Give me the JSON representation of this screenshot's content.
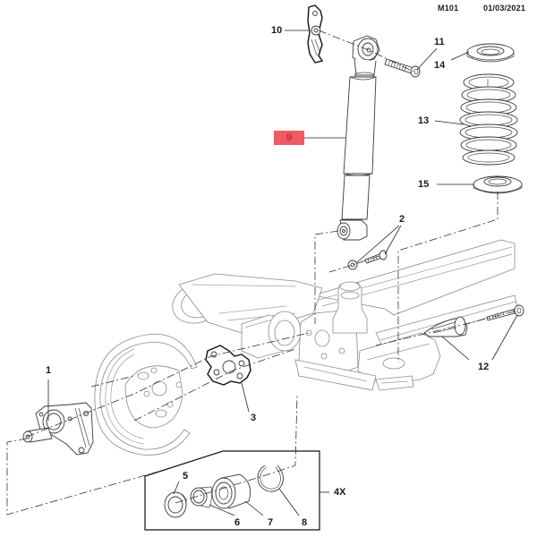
{
  "header": {
    "code": "M101",
    "date": "01/03/2021"
  },
  "diagram": {
    "type": "exploded parts diagram",
    "subject": "rear suspension shock absorber, coil spring and axle mounting",
    "highlight_color": "#ef5b64",
    "highlight_text_color": "#b3121f",
    "highlighted_part": "9",
    "callouts": [
      {
        "id": "1",
        "label": "1",
        "part": "wheel-hub-bearing"
      },
      {
        "id": "2",
        "label": "2",
        "part": "lower-shock-bolt-and-washer"
      },
      {
        "id": "3",
        "label": "3",
        "part": "brake-backing-bracket"
      },
      {
        "id": "4x",
        "label": "4X",
        "part": "bushing-kit-quantity"
      },
      {
        "id": "5",
        "label": "5",
        "part": "bushing-washer"
      },
      {
        "id": "6",
        "label": "6",
        "part": "bushing-inner-sleeve"
      },
      {
        "id": "7",
        "label": "7",
        "part": "bushing"
      },
      {
        "id": "8",
        "label": "8",
        "part": "circlip"
      },
      {
        "id": "9",
        "label": "9",
        "part": "shock-absorber",
        "highlighted": true
      },
      {
        "id": "10",
        "label": "10",
        "part": "upper-mount-bracket"
      },
      {
        "id": "11",
        "label": "11",
        "part": "upper-shock-bolt"
      },
      {
        "id": "12",
        "label": "12",
        "part": "bump-stop-and-bolt"
      },
      {
        "id": "13",
        "label": "13",
        "part": "coil-spring"
      },
      {
        "id": "14",
        "label": "14",
        "part": "upper-spring-seat"
      },
      {
        "id": "15",
        "label": "15",
        "part": "lower-spring-seat"
      }
    ]
  }
}
